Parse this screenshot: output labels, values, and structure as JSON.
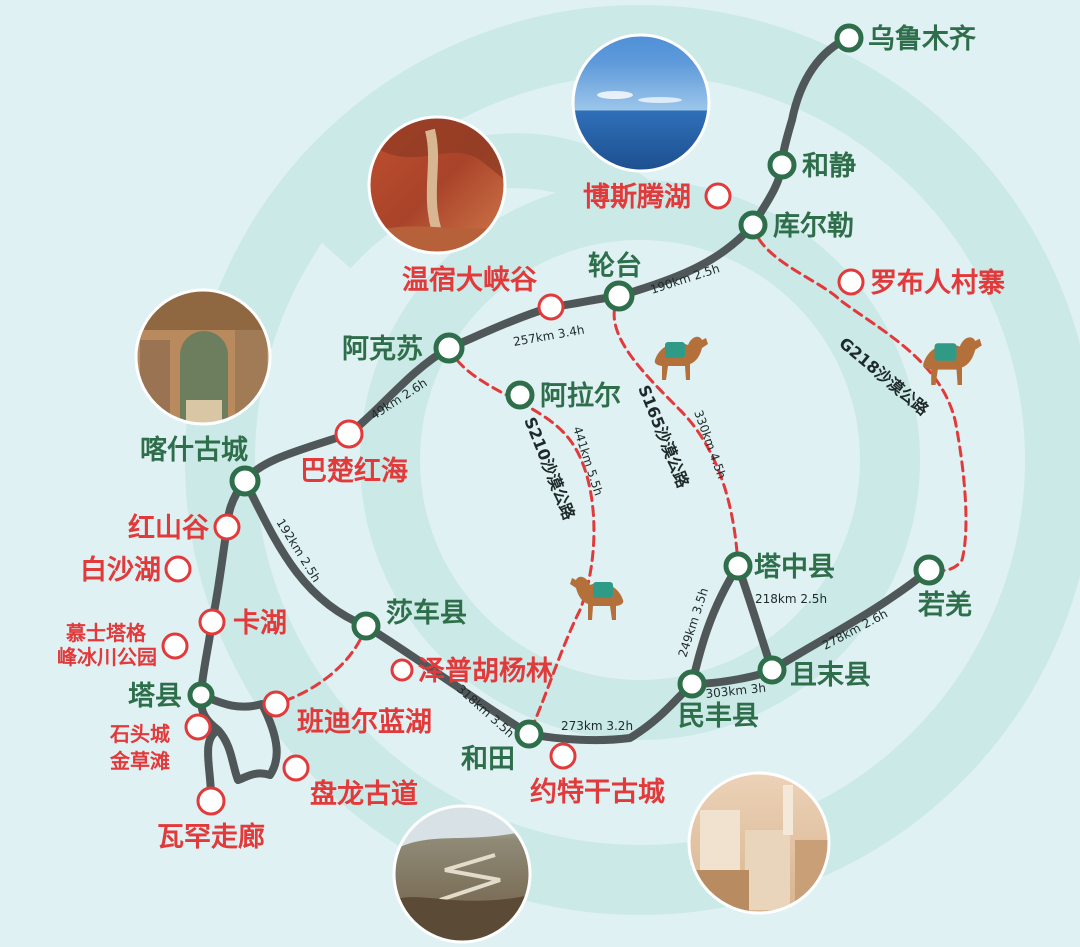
{
  "colors": {
    "background": "#dff1f3",
    "watermark": "#c9e8e7",
    "route": "#505758",
    "desert_road": "#e2393b",
    "city_ring": "#2e6e4b",
    "spot_ring": "#e2393b"
  },
  "cities": {
    "urumqi": "乌鲁木齐",
    "hejing": "和静",
    "korla": "库尔勒",
    "luntai": "轮台",
    "aksu": "阿克苏",
    "alar": "阿拉尔",
    "kashgar": "喀什古城",
    "shache": "莎车县",
    "tashkurgan": "塔县",
    "hotan": "和田",
    "minfeng": "民丰县",
    "tazhong": "塔中县",
    "qiemo": "且末县",
    "ruoqiang": "若羌"
  },
  "spots": {
    "bosten": "博斯腾湖",
    "wensu": "温宿大峡谷",
    "lopnur": "罗布人村寨",
    "bachu": "巴楚红海",
    "hongshan": "红山谷",
    "baisha": "白沙湖",
    "kahu": "卡湖",
    "muztagh_1": "慕士塔格",
    "muztagh_2": "峰冰川公园",
    "zepu": "泽普胡杨林",
    "bandier": "班迪尔蓝湖",
    "stonecity_1": "石头城",
    "stonecity_2": "金草滩",
    "panlong": "盘龙古道",
    "wakhan": "瓦罕走廊",
    "yotkan": "约特干古城"
  },
  "distances": {
    "luntai_korla": "190km 2.5h",
    "aksu_luntai": "257km 3.4h",
    "kashgar_aksu": "49km 2.6h",
    "kashgar_shache": "192km 2.5h",
    "shache_hotan": "318km 3.5h",
    "hotan_minfeng": "273km 3.2h",
    "minfeng_tazhong": "249km 3.5h",
    "tazhong_qiemo": "218km 2.5h",
    "minfeng_qiemo": "303km 3h",
    "qiemo_ruoqiang": "278km 2.6h",
    "luntai_tazhong": "330km 4.5h",
    "aksu_hotan": "441km 5.5h"
  },
  "roads": {
    "s210": "S210沙漠公路",
    "s165": "S165沙漠公路",
    "g218": "G218沙漠公路"
  }
}
